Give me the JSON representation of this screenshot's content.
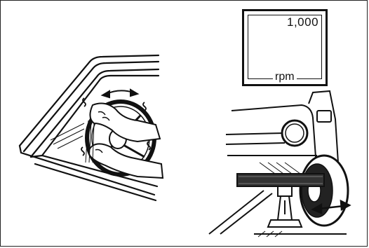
{
  "tachometer": {
    "reading": "1,000",
    "unit": "rpm"
  },
  "illustrations": {
    "left": "hands-on-steering-wheel-through-windshield",
    "right": "car-front-on-jack-stand-with-tachometer"
  },
  "colors": {
    "ink": "#111111",
    "paper": "#ffffff"
  }
}
